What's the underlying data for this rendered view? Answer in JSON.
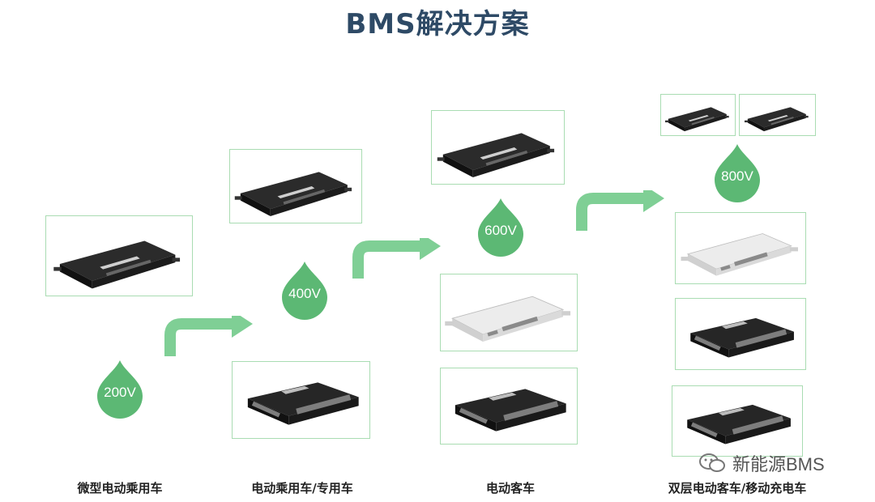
{
  "title": "BMS解决方案",
  "voltages": {
    "v200": "200V",
    "v400": "400V",
    "v600": "600V",
    "v800": "800V"
  },
  "captions": {
    "micro": "微型电动乘用车",
    "passenger": "电动乘用车/专用车",
    "bus": "电动客车",
    "double_decker": "双层电动客车/移动充电车"
  },
  "watermark": "新能源BMS",
  "colors": {
    "accent": "#5cb874",
    "box_border": "#a9dcb2",
    "title": "#2e4a66",
    "arrow": "#7fcf95"
  }
}
